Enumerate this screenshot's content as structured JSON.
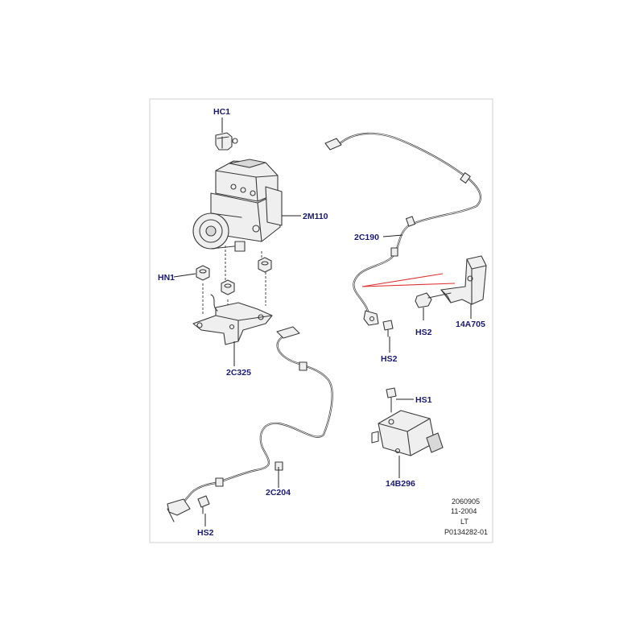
{
  "callouts": {
    "hc1": "HC1",
    "m2m110": "2M110",
    "hn1": "HN1",
    "c2c325": "2C325",
    "c2c190": "2C190",
    "hs2_right": "HS2",
    "a14a705": "14A705",
    "hs2_mid": "HS2",
    "hs1": "HS1",
    "b14b296": "14B296",
    "c2c204": "2C204",
    "hs2_left": "HS2"
  },
  "reference": {
    "line1": "2060905",
    "line2": "11-2004",
    "line3": "LT",
    "line4": "P0134282-01"
  },
  "colors": {
    "callout_text": "#1a1a6e",
    "highlight_lines": "#e03030"
  }
}
